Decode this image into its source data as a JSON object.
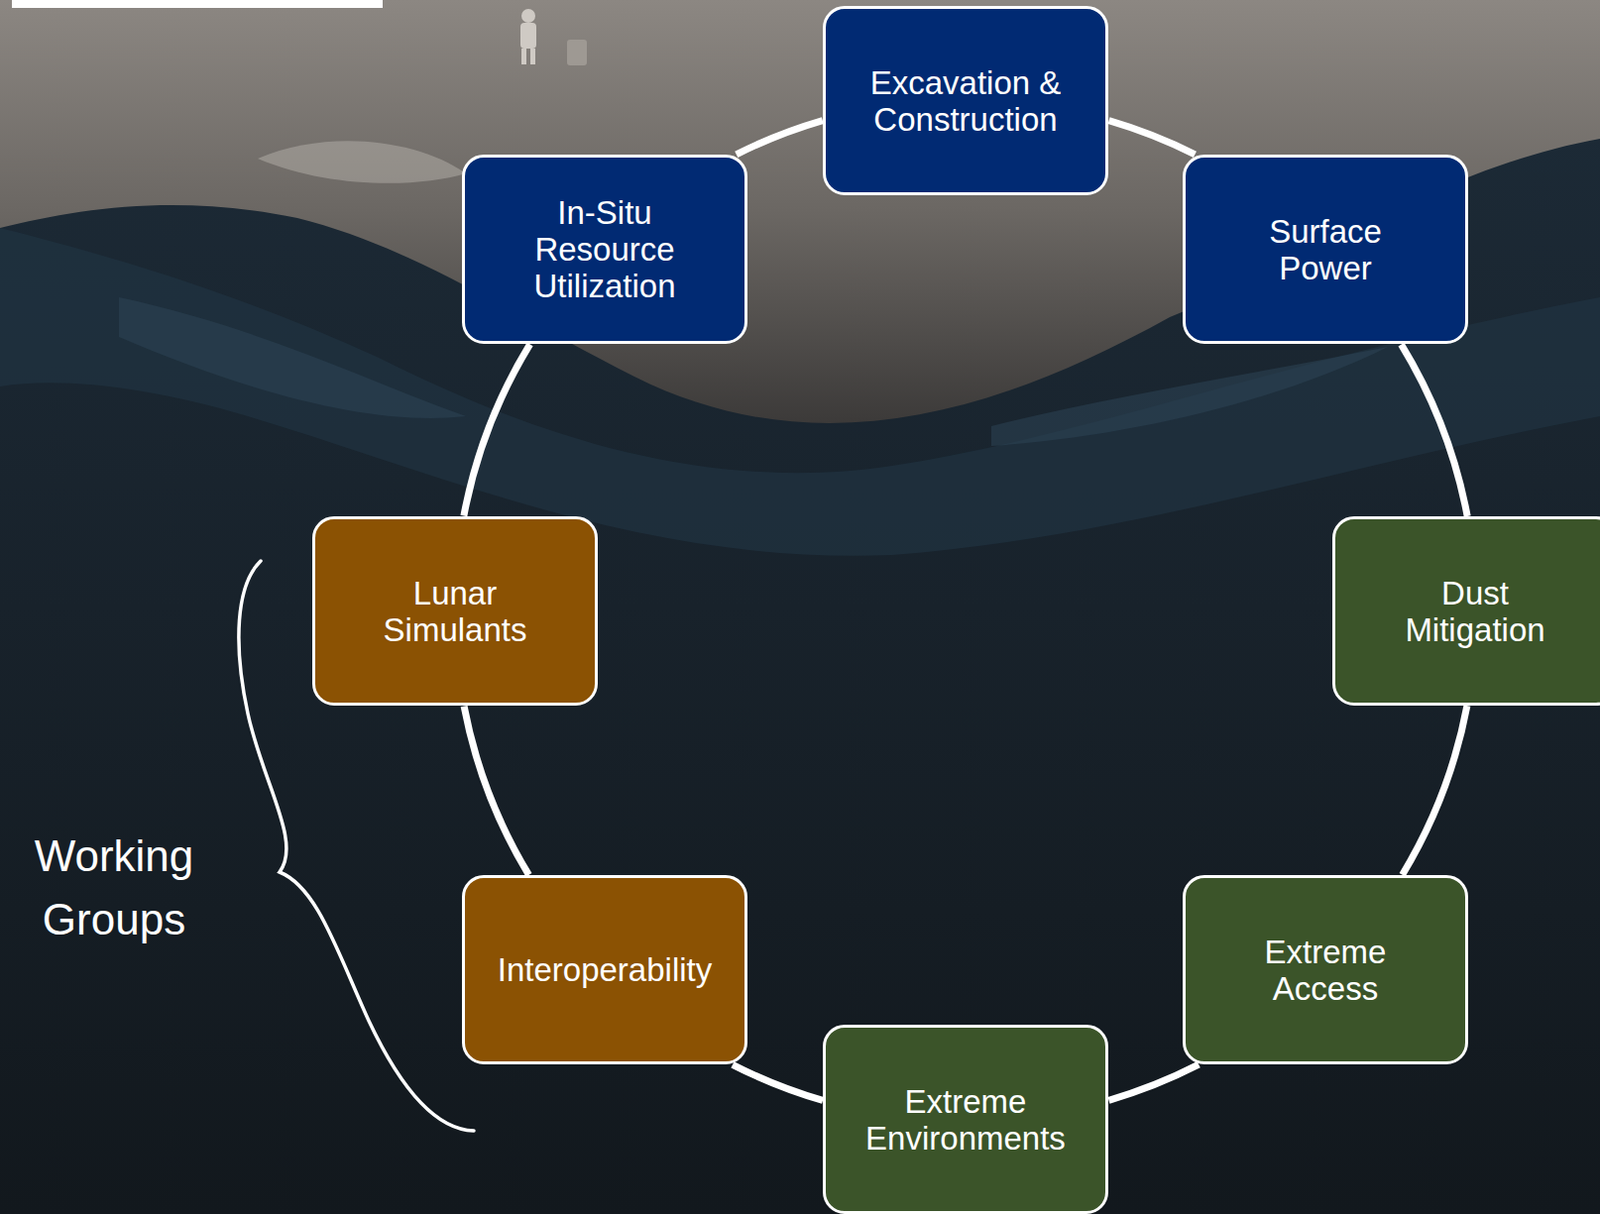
{
  "diagram": {
    "nodes": [
      {
        "text": [
          "Excavation & Construction"
        ]
      },
      {
        "text": [
          "In-Situ Resource Utilization"
        ]
      },
      {
        "text": [
          "Surface Power"
        ]
      },
      {
        "text": [
          "Lunar Simulants"
        ]
      },
      {
        "text": [
          "Dust Mitigation"
        ]
      },
      {
        "text": [
          "Interoperability"
        ]
      },
      {
        "text": [
          "Extreme Access"
        ]
      },
      {
        "text": [
          "Extreme Environments"
        ]
      }
    ],
    "edges": [
      {
        "from": 0,
        "to": 2,
        "arrow": "none"
      },
      {
        "from": 2,
        "to": 4,
        "arrow": "none"
      },
      {
        "from": 4,
        "to": 6,
        "arrow": "none"
      },
      {
        "from": 6,
        "to": 7,
        "arrow": "none"
      },
      {
        "from": 7,
        "to": 5,
        "arrow": "none"
      },
      {
        "from": 5,
        "to": 3,
        "arrow": "none"
      },
      {
        "from": 3,
        "to": 1,
        "arrow": "none"
      },
      {
        "from": 1,
        "to": 0,
        "arrow": "none"
      }
    ],
    "labels": [
      "Working Groups"
    ]
  }
}
